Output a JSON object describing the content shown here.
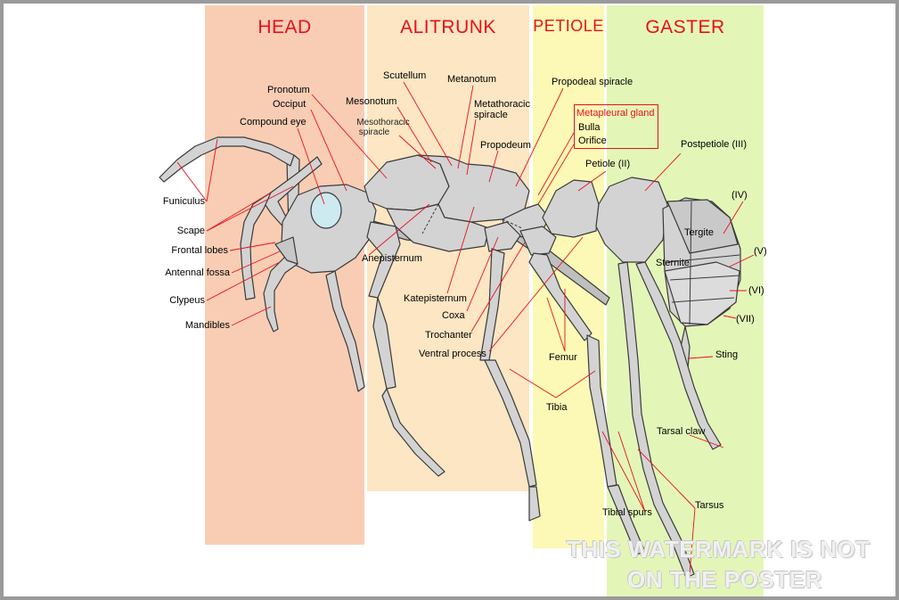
{
  "regions": {
    "head": "HEAD",
    "alitrunk": "ALITRUNK",
    "petiole": "PETIOLE",
    "gaster": "GASTER"
  },
  "labels": {
    "funiculus": "Funiculus",
    "scape": "Scape",
    "frontal_lobes": "Frontal lobes",
    "antennal_fossa": "Antennal fossa",
    "clypeus": "Clypeus",
    "mandibles": "Mandibles",
    "compound_eye": "Compound eye",
    "occiput": "Occiput",
    "pronotum": "Pronotum",
    "mesonotum": "Mesonotum",
    "scutellum": "Scutellum",
    "metanotum": "Metanotum",
    "mesothoracic_spiracle_1": "Mesothoracic",
    "mesothoracic_spiracle_2": "spiracle",
    "metathoracic_spiracle_1": "Metathoracic",
    "metathoracic_spiracle_2": "spiracle",
    "propodeum": "Propodeum",
    "propodeal_spiracle": "Propodeal spiracle",
    "metapleural_gland": "Metapleural gland",
    "bulla": "Bulla",
    "orifice": "Orifice",
    "petiole_ii": "Petiole (II)",
    "postpetiole_iii": "Postpetiole (III)",
    "seg_iv": "(IV)",
    "tergite": "Tergite",
    "seg_v": "(V)",
    "sternite": "Sternite",
    "seg_vi": "(VI)",
    "seg_vii": "(VII)",
    "sting": "Sting",
    "anepisternum": "Anepisternum",
    "katepisternum": "Katepisternum",
    "coxa": "Coxa",
    "trochanter": "Trochanter",
    "ventral_process": "Ventral process",
    "femur": "Femur",
    "tibia": "Tibia",
    "tarsal_claw": "Tarsal claw",
    "tibial_spurs": "Tibial spurs",
    "tarsus": "Tarsus"
  },
  "watermark": {
    "line1": "THIS WATERMARK IS NOT",
    "line2": "ON THE POSTER"
  },
  "colors": {
    "head_band": "#f9cdb4",
    "alitrunk_band": "#fce6c3",
    "petiole_band": "#fbf9b5",
    "gaster_band": "#e3f6b8",
    "label_red": "#e8101b",
    "body_fill": "#d3d3d3",
    "body_stroke": "#3a3a3a",
    "pointer_line": "#e8101b"
  }
}
